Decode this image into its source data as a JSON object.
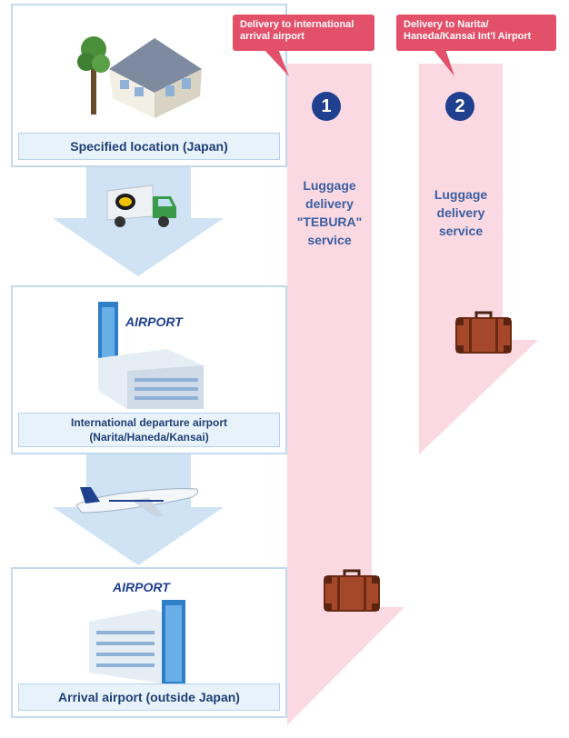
{
  "nodes": {
    "home": {
      "label": "Specified location (Japan)"
    },
    "departure": {
      "label_line1": "International departure airport",
      "label_line2": "(Narita/Haneda/Kansai)",
      "sign": "AIRPORT"
    },
    "arrival": {
      "label": "Arrival airport (outside Japan)",
      "sign": "AIRPORT"
    }
  },
  "routes": [
    {
      "number": "1",
      "tag_line1": "Delivery to international",
      "tag_line2": "arrival airport",
      "service_line1": "Luggage",
      "service_line2": "delivery",
      "service_line3": "\"TEBURA\"",
      "service_line4": "service"
    },
    {
      "number": "2",
      "tag_line1": "Delivery to Narita/",
      "tag_line2": "Haneda/Kansai Int'l Airport",
      "service_line1": "Luggage",
      "service_line2": "delivery",
      "service_line3": "service"
    }
  ],
  "colors": {
    "flow_arrow": "#cfe3f5",
    "route_band": "#fbd9e2",
    "tag": "#e2506a",
    "number_badge": "#1f3f8f",
    "label_text": "#1f3f74"
  }
}
